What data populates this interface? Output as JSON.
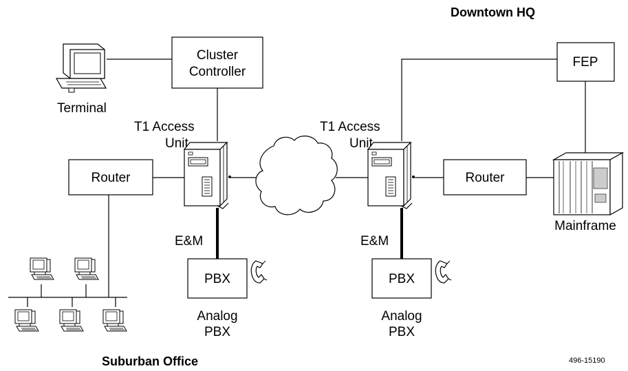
{
  "titles": {
    "hq": "Downtown HQ",
    "suburban": "Suburban Office",
    "figure_id": "496-15190"
  },
  "left": {
    "cluster_controller": [
      "Cluster",
      "Controller"
    ],
    "terminal": "Terminal",
    "t1_access_unit": [
      "T1 Access",
      "Unit"
    ],
    "router": "Router",
    "em": "E&M",
    "pbx": "PBX",
    "analog_pbx": [
      "Analog",
      "PBX"
    ]
  },
  "right": {
    "fep": "FEP",
    "t1_access_unit": [
      "T1 Access",
      "Unit"
    ],
    "router": "Router",
    "mainframe": "Mainframe",
    "em": "E&M",
    "pbx": "PBX",
    "analog_pbx": [
      "Analog",
      "PBX"
    ]
  }
}
